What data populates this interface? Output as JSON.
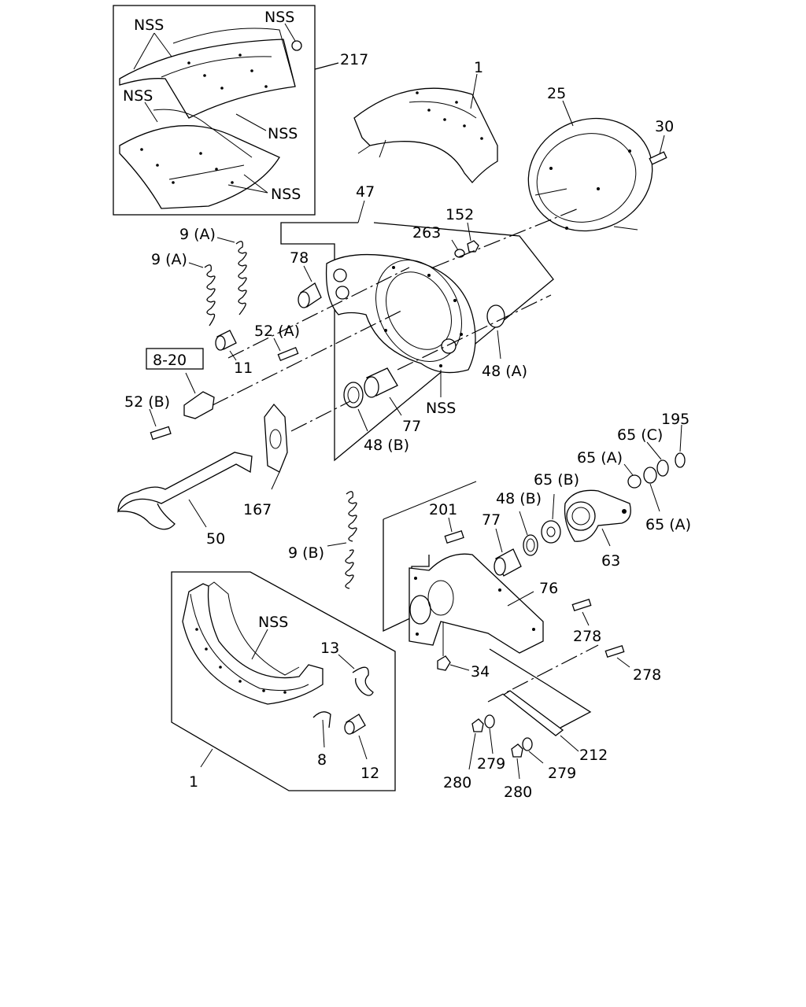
{
  "labels": {
    "kit_box_ref": "217",
    "nss": "NSS",
    "shoe_upper": "1",
    "dust_shield": "25",
    "bolt_30": "30",
    "spider_group": "47",
    "nut_152": "152",
    "washer_263": "263",
    "bushing_78": "78",
    "spring_9a_top": "9 (A)",
    "spring_9a_left": "9 (A)",
    "bolt_52a": "52 (A)",
    "pin_11": "11",
    "ref_8_20": "8-20",
    "bolt_52b": "52 (B)",
    "plug_48a": "48 (A)",
    "seal_48b": "48 (B)",
    "bushing_77": "77",
    "plate_167": "167",
    "camshaft_50": "50",
    "spring_9b": "9 (B)",
    "washer_195": "195",
    "washer_65c": "65 (C)",
    "washer_65a_top": "65 (A)",
    "washer_65b": "65 (B)",
    "washer_65a_bottom": "65 (A)",
    "seal_48b_lower": "48 (B)",
    "bolt_201": "201",
    "bushing_77_lower": "77",
    "slack_adjuster_63": "63",
    "bracket_76": "76",
    "bolt_278_upper": "278",
    "bolt_278_lower": "278",
    "fitting_34": "34",
    "shoe_lower": "1",
    "spring_13": "13",
    "spring_8": "8",
    "pin_12": "12",
    "plate_212": "212",
    "washer_279_upper": "279",
    "washer_279_lower": "279",
    "nut_280_upper": "280",
    "nut_280_lower": "280"
  }
}
